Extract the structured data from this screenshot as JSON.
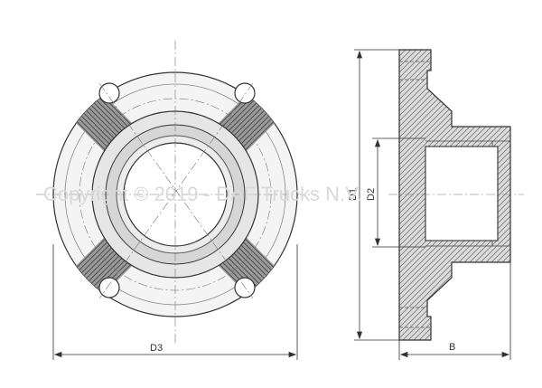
{
  "drawing": {
    "labels": {
      "d3": "D3",
      "d1": "D1",
      "d2": "D2",
      "b": "B"
    },
    "watermark": "Copyright © 2019 - DAF Trucks N.V."
  },
  "colors": {
    "line": "#333333",
    "hatch": "#555555",
    "fill_light": "#e9e9e9",
    "fill_mid": "#bdbdbd",
    "background": "#ffffff"
  }
}
